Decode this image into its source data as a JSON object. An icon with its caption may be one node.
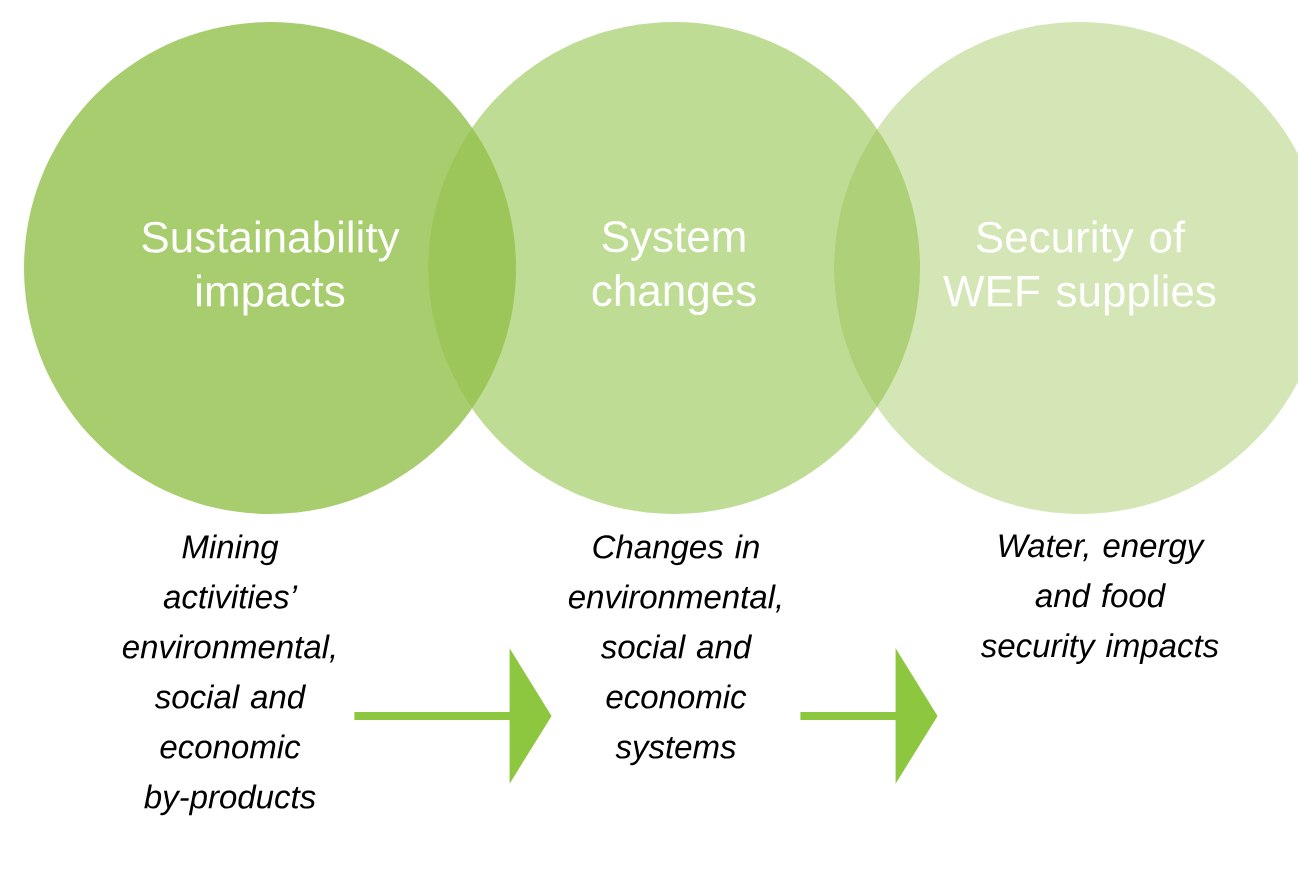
{
  "diagram": {
    "nodes": [
      {
        "text": [
          "Sustainability impacts"
        ]
      },
      {
        "text": [
          "System changes"
        ]
      },
      {
        "text": [
          "Security of WEF supplies"
        ]
      },
      {
        "text": [
          "Mining activities’ environmental, social and economic by-products"
        ]
      },
      {
        "text": [
          "Changes in environmental, social and economic systems"
        ]
      },
      {
        "text": [
          "Water, energy and food security impacts"
        ]
      }
    ],
    "edges": [
      {
        "from": 3,
        "to": 4,
        "arrow": "to"
      },
      {
        "from": 4,
        "to": 5,
        "arrow": "to"
      }
    ]
  }
}
